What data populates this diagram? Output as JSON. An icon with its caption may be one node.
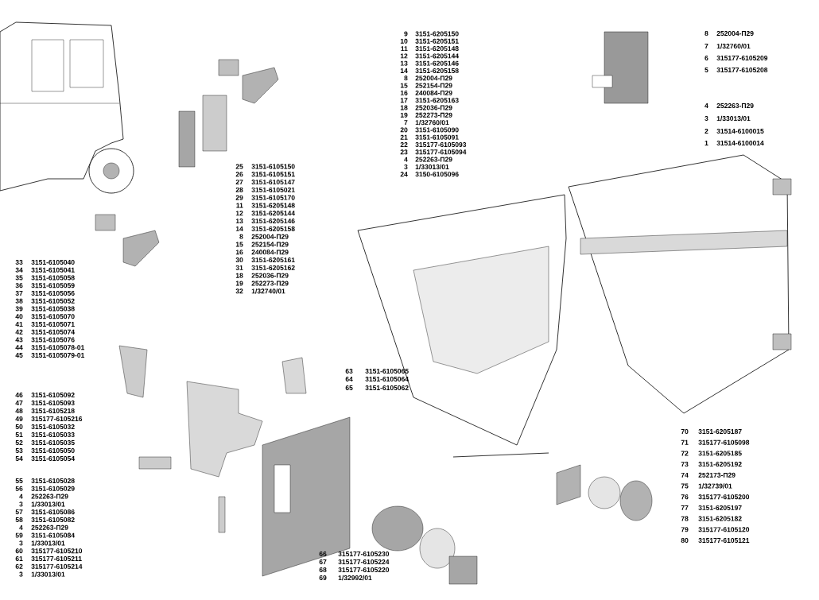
{
  "diagram": {
    "labels": [
      "9",
      "3151-6205150",
      "10",
      "3151-6205151",
      "11",
      "3151-6205148",
      "12",
      "3151-6205144",
      "13",
      "3151-6205146",
      "14",
      "3151-6205158",
      "8",
      "252004-П29",
      "15",
      "252154-П29",
      "16",
      "240084-П29",
      "17",
      "3151-6205163",
      "18",
      "252036-П29",
      "19",
      "252273-П29",
      "7",
      "1/32760/01",
      "20",
      "3151-6105090",
      "21",
      "3151-6105091",
      "22",
      "315177-6105093",
      "23",
      "315177-6105094",
      "4",
      "252263-П29",
      "3",
      "1/33013/01",
      "24",
      "3150-6105096",
      "8",
      "252004-П29",
      "7",
      "1/32760/01",
      "6",
      "315177-6105209",
      "5",
      "315177-6105208",
      "4",
      "252263-П29",
      "3",
      "1/33013/01",
      "2",
      "31514-6100015",
      "1",
      "31514-6100014",
      "25",
      "3151-6105150",
      "26",
      "3151-6105151",
      "27",
      "3151-6105147",
      "28",
      "3151-6105021",
      "29",
      "3151-6105170",
      "11",
      "3151-6205148",
      "12",
      "3151-6205144",
      "13",
      "3151-6205146",
      "14",
      "3151-6205158",
      "8",
      "252004-П29",
      "15",
      "252154-П29",
      "16",
      "240084-П29",
      "30",
      "3151-6205161",
      "31",
      "3151-6205162",
      "18",
      "252036-П29",
      "19",
      "252273-П29",
      "32",
      "1/32740/01",
      "33",
      "3151-6105040",
      "34",
      "3151-6105041",
      "35",
      "3151-6105058",
      "36",
      "3151-6105059",
      "37",
      "3151-6105056",
      "38",
      "3151-6105052",
      "39",
      "3151-6105038",
      "40",
      "3151-6105070",
      "41",
      "3151-6105071",
      "42",
      "3151-6105074",
      "43",
      "3151-6105076",
      "44",
      "3151-6105078-01",
      "45",
      "3151-6105079-01",
      "63",
      "3151-6105065",
      "64",
      "3151-6105064",
      "65",
      "3151-6105062",
      "46",
      "3151-6105092",
      "47",
      "3151-6105093",
      "48",
      "3151-6105218",
      "49",
      "315177-6105216",
      "50",
      "3151-6105032",
      "51",
      "3151-6105033",
      "52",
      "3151-6105035",
      "53",
      "3151-6105050",
      "54",
      "3151-6105054",
      "70",
      "3151-6205187",
      "71",
      "315177-6105098",
      "72",
      "3151-6205185",
      "73",
      "3151-6205192",
      "74",
      "252173-П29",
      "75",
      "1/32739/01",
      "76",
      "315177-6105200",
      "77",
      "3151-6205197",
      "78",
      "3151-6205182",
      "79",
      "315177-6105120",
      "80",
      "315177-6105121",
      "55",
      "3151-6105028",
      "56",
      "3151-6105029",
      "4",
      "252263-П29",
      "3",
      "1/33013/01",
      "57",
      "3151-6105086",
      "58",
      "3151-6105082",
      "4",
      "252263-П29",
      "59",
      "3151-6105084",
      "3",
      "1/33013/01",
      "60",
      "315177-6105210",
      "61",
      "315177-6105211",
      "62",
      "315177-6105214",
      "3",
      "1/33013/01",
      "66",
      "315177-6105230",
      "67",
      "315177-6105224",
      "68",
      "315177-6105220",
      "69",
      "1/32992/01"
    ]
  }
}
